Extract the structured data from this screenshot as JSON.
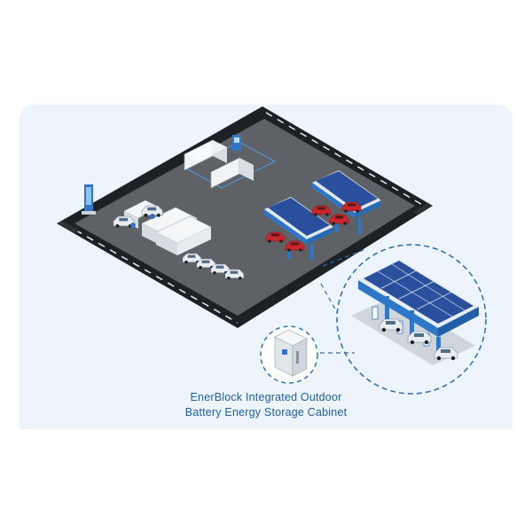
{
  "caption": {
    "line1": "EnerBlock Integrated Outdoor",
    "line2": "Battery Energy Storage Cabinet"
  },
  "colors": {
    "panel_bg": "#edf4fb",
    "asphalt": "#5e6266",
    "road": "#1e2124",
    "accent_blue": "#2e77c8",
    "dashed_line": "#2b6bb5",
    "car_red": "#c8262c",
    "caption": "#1f5fa8"
  },
  "icons": {
    "scene": "ev-charging-station-illustration",
    "cabinet": "battery-storage-cabinet-icon",
    "zoom": "charging-canopy-zoom-icon"
  }
}
